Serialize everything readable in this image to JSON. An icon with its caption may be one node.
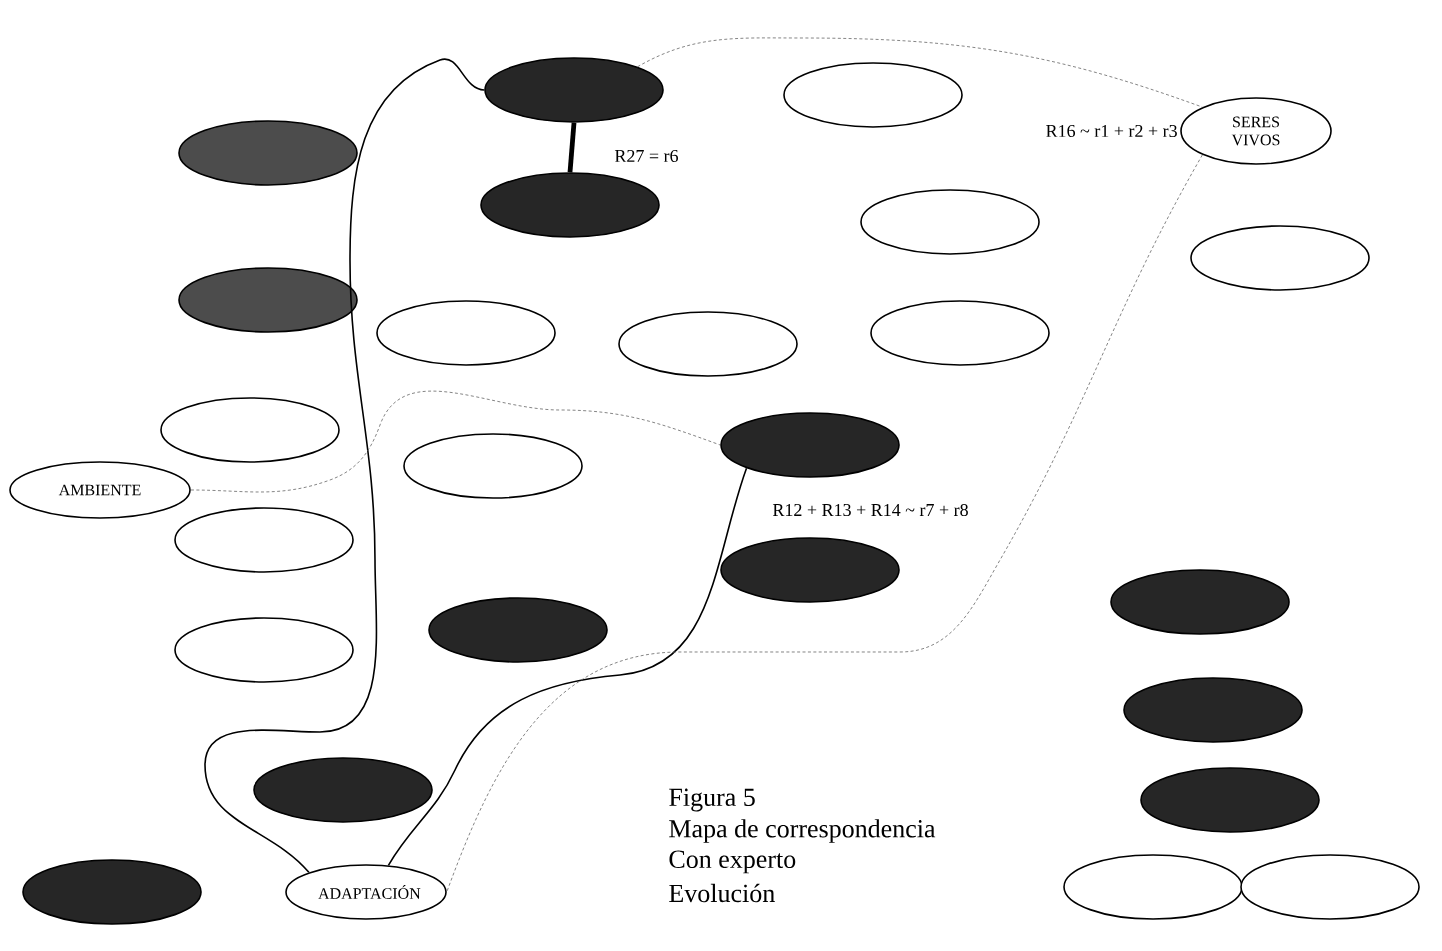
{
  "diagram": {
    "nodes": [
      {
        "text": [],
        "shape": "ellipse"
      },
      {
        "text": [],
        "shape": "ellipse"
      },
      {
        "text": [
          "SERES VIVOS"
        ]
      },
      {
        "text": [],
        "shape": "ellipse"
      },
      {
        "text": [],
        "shape": "ellipse"
      },
      {
        "text": [],
        "shape": "ellipse"
      },
      {
        "text": [],
        "shape": "ellipse"
      },
      {
        "text": [],
        "shape": "ellipse"
      },
      {
        "text": [],
        "shape": "ellipse"
      },
      {
        "text": [],
        "shape": "ellipse"
      },
      {
        "text": [],
        "shape": "ellipse"
      },
      {
        "text": [],
        "shape": "ellipse"
      },
      {
        "text": [],
        "shape": "ellipse"
      },
      {
        "text": [],
        "shape": "ellipse"
      },
      {
        "text": [
          "AMBIENTE"
        ]
      },
      {
        "text": [],
        "shape": "ellipse"
      },
      {
        "text": [],
        "shape": "ellipse"
      },
      {
        "text": [],
        "shape": "ellipse"
      },
      {
        "text": [],
        "shape": "ellipse"
      },
      {
        "text": [],
        "shape": "ellipse"
      },
      {
        "text": [],
        "shape": "ellipse"
      },
      {
        "text": [],
        "shape": "ellipse"
      },
      {
        "text": [],
        "shape": "ellipse"
      },
      {
        "text": [],
        "shape": "ellipse"
      },
      {
        "text": [
          "ADAPTACIÓN"
        ]
      },
      {
        "text": [],
        "shape": "ellipse"
      },
      {
        "text": [],
        "shape": "ellipse"
      }
    ],
    "edges": [
      {
        "from": 0,
        "to": 4,
        "arrow": "none",
        "style": "thick",
        "label": "R27 = r6"
      },
      {
        "from": 24,
        "to": 0,
        "arrow": "none"
      },
      {
        "from": 24,
        "to": 12,
        "arrow": "none",
        "label": "R12 + R13 + R14 ~  r7 + r8"
      },
      {
        "from": 14,
        "to": 12,
        "arrow": "none",
        "style": "dashed",
        "color": "#666666"
      },
      {
        "from": 0,
        "to": 2,
        "arrow": "none",
        "style": "dashed",
        "color": "#666666",
        "label": "R16 ~ r1 + r2 + r3"
      },
      {
        "from": 2,
        "to": 24,
        "arrow": "none",
        "style": "dashed",
        "color": "#666666"
      }
    ],
    "labels": [
      "Figura 5",
      "Mapa de correspondencia",
      "Con experto",
      "Evolución"
    ]
  }
}
